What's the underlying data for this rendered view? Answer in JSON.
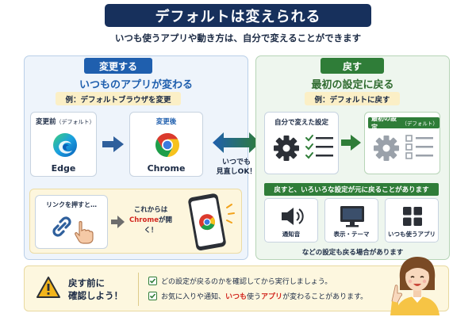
{
  "title": "デフォルトは変えられる",
  "subtitle": "いつも使うアプリや動き方は、自分で変えることができます",
  "left": {
    "tag": "変更する",
    "heading": "いつものアプリが変わる",
    "example": "例：デフォルトブラウザを変更",
    "before_label": "変更前",
    "before_note": "（デフォルト）",
    "before_app": "Edge",
    "after_label": "変更後",
    "after_app": "Chrome",
    "link_text": "リンクを押すと…",
    "result_line1": "これからは",
    "result_app": "Chrome",
    "result_line2": "が開く！"
  },
  "middle": {
    "line1": "いつでも",
    "line2": "見直しOK！"
  },
  "right": {
    "tag": "戻す",
    "heading": "最初の設定に戻る",
    "example": "例：デフォルトに戻す",
    "custom_label": "自分で変えた設定",
    "initial_label": "最初の設定",
    "initial_note": "（デフォルト）",
    "banner": "戻すと、いろいろな設定が元に戻ることがあります",
    "features": [
      "通知音",
      "表示・テーマ",
      "いつも使うアプリ"
    ],
    "footnote": "などの設定も戻る場合があります"
  },
  "warning": {
    "title_line1": "戻す前に",
    "title_line2": "確認しよう！",
    "item1": "どの設定が戻るのかを確認してから実行しましょう。",
    "item2_pre": "お気に入りや通知、",
    "item2_red1": "いつも",
    "item2_mid": "使う",
    "item2_red2": "アプリ",
    "item2_post": "が変わることがあります。"
  },
  "colors": {
    "navy": "#17305c",
    "blue": "#1f5fae",
    "green": "#2f7d38",
    "red": "#d2271f",
    "cream": "#fbefc6"
  }
}
